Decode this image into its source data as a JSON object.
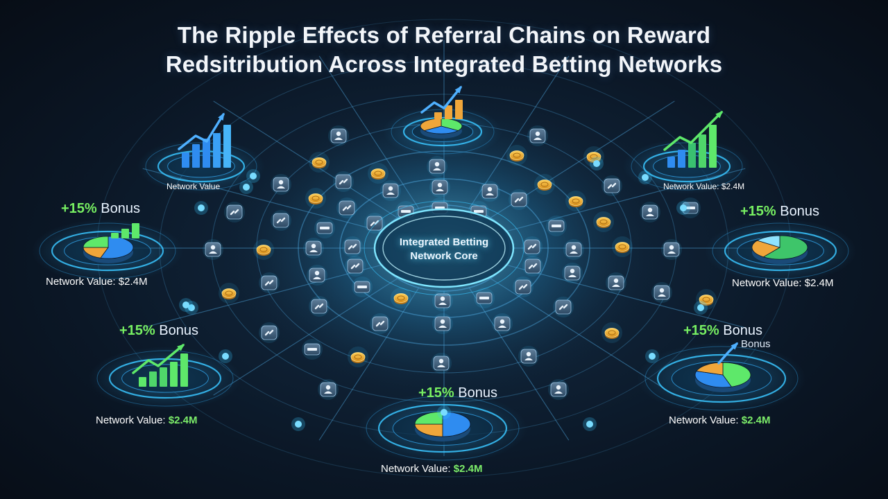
{
  "title_line1": "The Ripple Effects of Referral Chains on Reward",
  "title_line2": "Redsitribution Across Integrated Betting Networks",
  "core": {
    "line1": "Integrated Betting",
    "line2": "Network Core"
  },
  "clusters": [
    {
      "id": "top-left",
      "chart": "bars-growth",
      "bonus_pct": "",
      "bonus_word": "",
      "value_label": "Network Value",
      "value_amount": ""
    },
    {
      "id": "top-center",
      "chart": "pie-bars",
      "bonus_pct": "",
      "bonus_word": "",
      "value_label": "",
      "value_amount": ""
    },
    {
      "id": "top-right",
      "chart": "bars-growth",
      "bonus_pct": "",
      "bonus_word": "",
      "value_label": "Network Value: $2.4M",
      "value_amount": ""
    },
    {
      "id": "mid-left",
      "chart": "pie",
      "bonus_pct": "+15%",
      "bonus_word": " Bonus",
      "value_label": "Network Value: $2.4M",
      "value_amount": ""
    },
    {
      "id": "mid-right",
      "chart": "pie",
      "bonus_pct": "+15%",
      "bonus_word": " Bonus",
      "value_label": "Network Value: $2.4M",
      "value_amount": ""
    },
    {
      "id": "bottom-left",
      "chart": "bars-growth",
      "bonus_pct": "+15%",
      "bonus_word": " Bonus",
      "value_label": "Network Value: ",
      "value_amount": "$2.4M"
    },
    {
      "id": "bottom-center",
      "chart": "pie",
      "bonus_pct": "+15%",
      "bonus_word": " Bonus",
      "value_label": "Network Value: ",
      "value_amount": "$2.4M"
    },
    {
      "id": "bottom-right",
      "chart": "pie",
      "bonus_pct": "+15%",
      "bonus_word": " Bonus",
      "extra_word": "Bonus",
      "value_label": "Network Value: ",
      "value_amount": "$2.4M"
    }
  ],
  "colors": {
    "accent_cyan": "#39c6ff",
    "line": "#4fa9e0",
    "coin": "#f2b431",
    "green": "#5ee86a",
    "blue": "#2f8cf0",
    "orange": "#f0a63a"
  },
  "node_icons": [
    "user-icon",
    "link-icon",
    "coin-icon",
    "ticket-icon",
    "card-icon"
  ]
}
